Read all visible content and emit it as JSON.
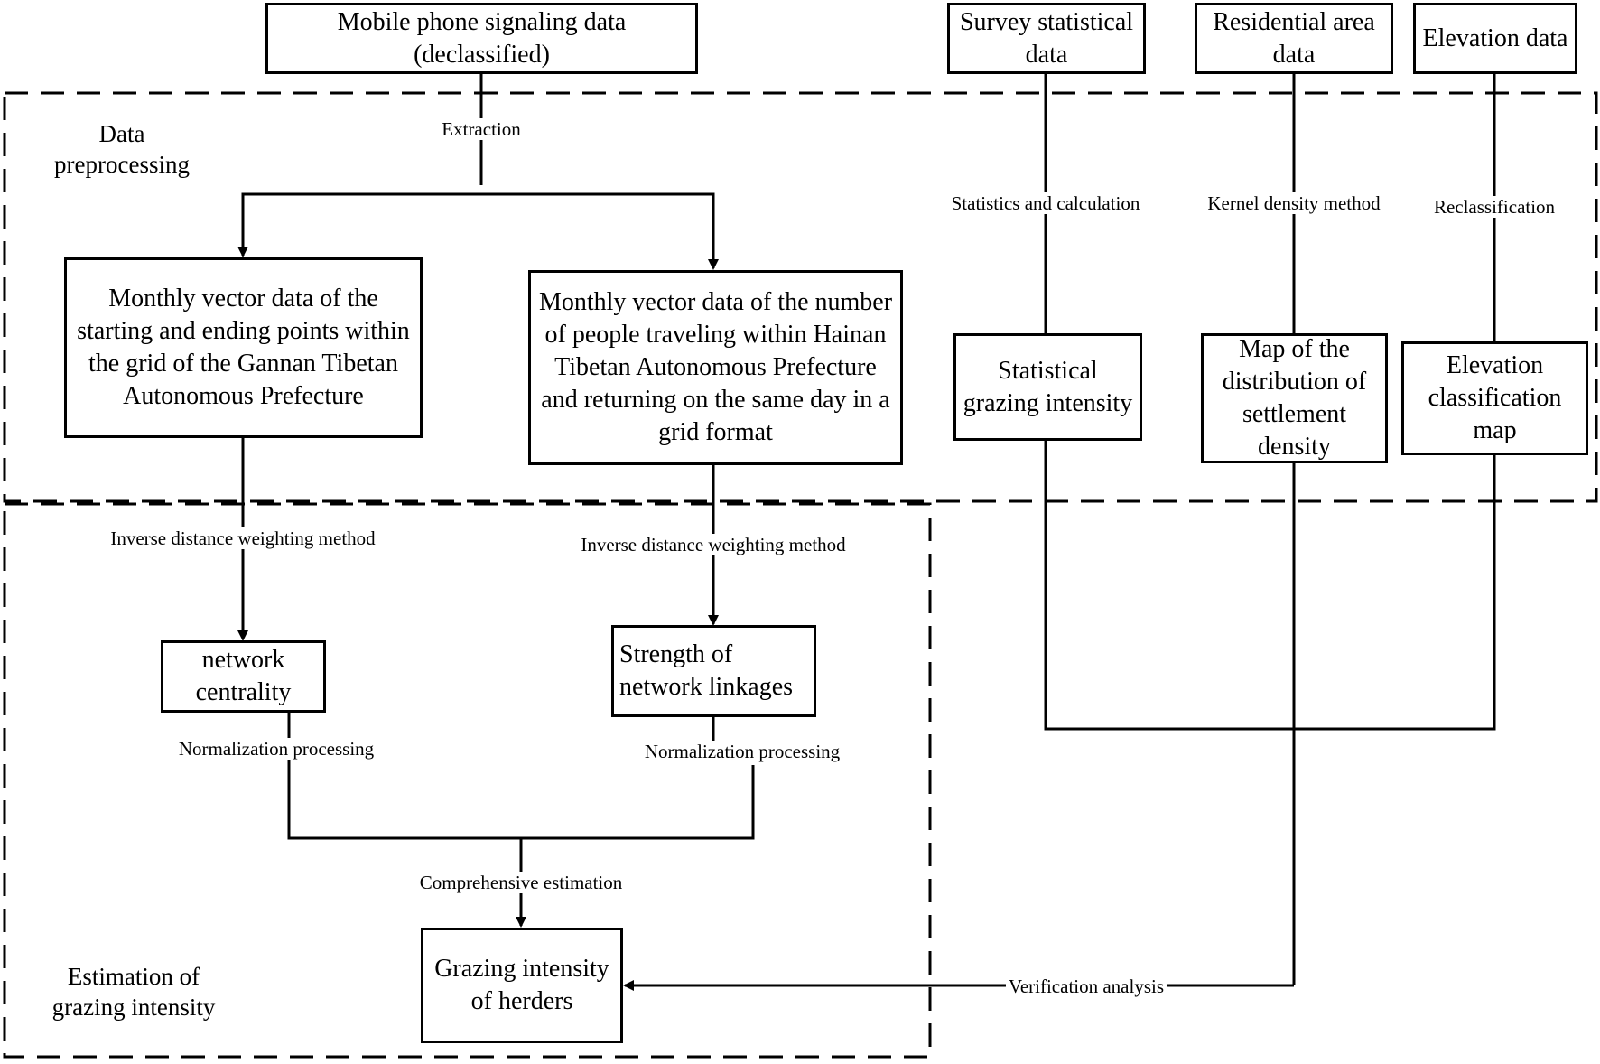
{
  "boxes": {
    "mobile": "Mobile phone signaling data (declassified)",
    "survey": "Survey statistical data",
    "residential": "Residential area data",
    "elevation": "Elevation data",
    "monthly_gannan": "Monthly vector data of the starting and ending points within the grid of the Gannan Tibetan Autonomous Prefecture",
    "monthly_hainan": "Monthly vector data of the number of people traveling within Hainan Tibetan Autonomous Prefecture and returning on the same day in a grid format",
    "stat_grazing": "Statistical grazing intensity",
    "settlement_map": "Map of the distribution of settlement density",
    "elev_map": "Elevation classification map",
    "centrality": "network centrality",
    "linkages": "Strength of network linkages",
    "grazing_herders": "Grazing intensity of herders"
  },
  "labels": {
    "extraction": "Extraction",
    "stats_calc": "Statistics and calculation",
    "kernel": "Kernel density method",
    "reclass": "Reclassification",
    "idw_left": "Inverse distance weighting method",
    "idw_right": "Inverse distance weighting method",
    "norm_left": "Normalization processing",
    "norm_right": "Normalization processing",
    "comprehensive": "Comprehensive estimation",
    "verification": "Verification analysis"
  },
  "regions": {
    "preprocessing": "Data preprocessing",
    "estimation": "Estimation of grazing intensity"
  }
}
